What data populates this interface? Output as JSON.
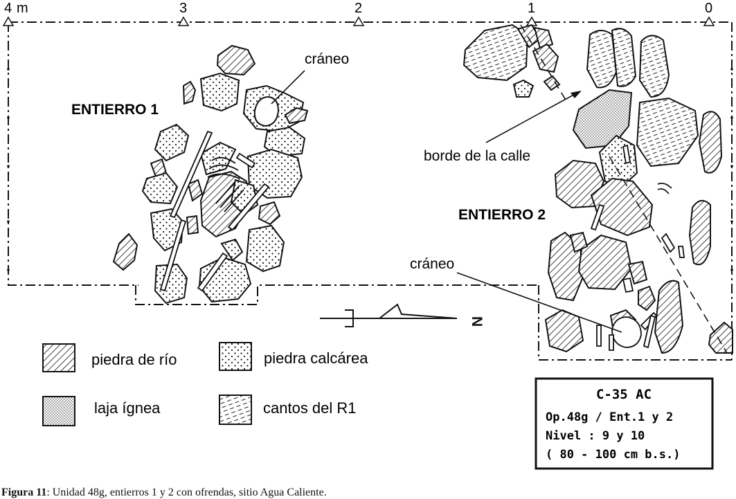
{
  "scale": {
    "ticks": [
      "4",
      "3",
      "2",
      "1",
      "0"
    ],
    "unit": "m"
  },
  "labels": {
    "burial1": "ENTIERRO 1",
    "burial2": "ENTIERRO 2",
    "skull1": "cráneo",
    "skull2": "cráneo",
    "street_edge": "borde de la calle",
    "north": "N"
  },
  "legend": {
    "river_stone": "piedra de río",
    "limestone": "piedra calcárea",
    "igneous_slab": "laja ígnea",
    "r1_boulders": "cantos del R1"
  },
  "infobox": {
    "title": "C-35 AC",
    "line1": "Op.48g / Ent.1 y 2",
    "line2": "Nivel : 9 y 10",
    "line3": "( 80 - 100 cm b.s.)"
  },
  "caption": {
    "bold": "Figura 11",
    "text": ": Unidad 48g, entierros 1 y 2 con ofrendas, sitio Agua Caliente."
  }
}
